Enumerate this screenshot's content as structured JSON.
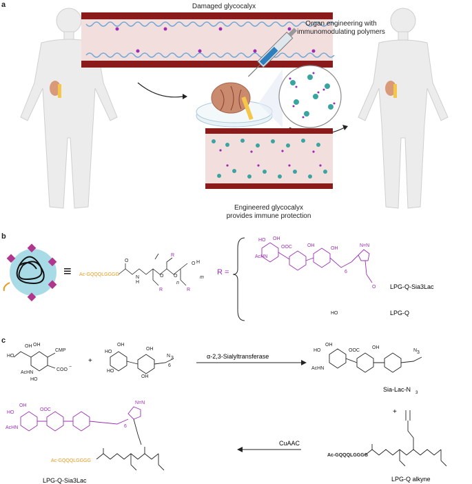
{
  "panels": {
    "a": {
      "label": "a",
      "damaged_title": "Damaged glycocalyx",
      "engineering_line1": "Organ engineering with",
      "engineering_line2": "immunomodulating polymers",
      "engineered_line1": "Engineered glycocalyx",
      "engineered_line2": "provides immune protection"
    },
    "b": {
      "label": "b",
      "peptide": "Ac-GQQQLGGGG",
      "r_equals": "R =",
      "variant1": "LPG-Q-Sia3Lac",
      "variant2": "LPG-Q",
      "ho": "HO",
      "m": "m",
      "n": "n",
      "six": "6",
      "r": "R",
      "achn": "AcHN",
      "coo": "OOC",
      "oh": "OH",
      "ho_small": "HO",
      "o": "O",
      "h": "H",
      "equiv": "≡"
    },
    "c": {
      "label": "c",
      "cmp": "CMP",
      "coo_minus": "COO",
      "plus": "+",
      "n3": "N",
      "enzyme": "α-2,3-Sialyltransferase",
      "product1": "Sia-Lac-N",
      "product1_sub": "3",
      "reaction2": "CuAAC",
      "peptide": "Ac-GQQQLGGGG",
      "product_final": "LPG-Q-Sia3Lac",
      "alkyne": "LPG-Q alkyne"
    }
  },
  "colors": {
    "purple": "#9b2db5",
    "orange": "#e89a1a",
    "vessel_dark": "#8b1a1a",
    "vessel_light": "#f3dede",
    "skin": "#e9e9e9",
    "kidney": "#d99a7a",
    "teal": "#3aa5a0"
  }
}
